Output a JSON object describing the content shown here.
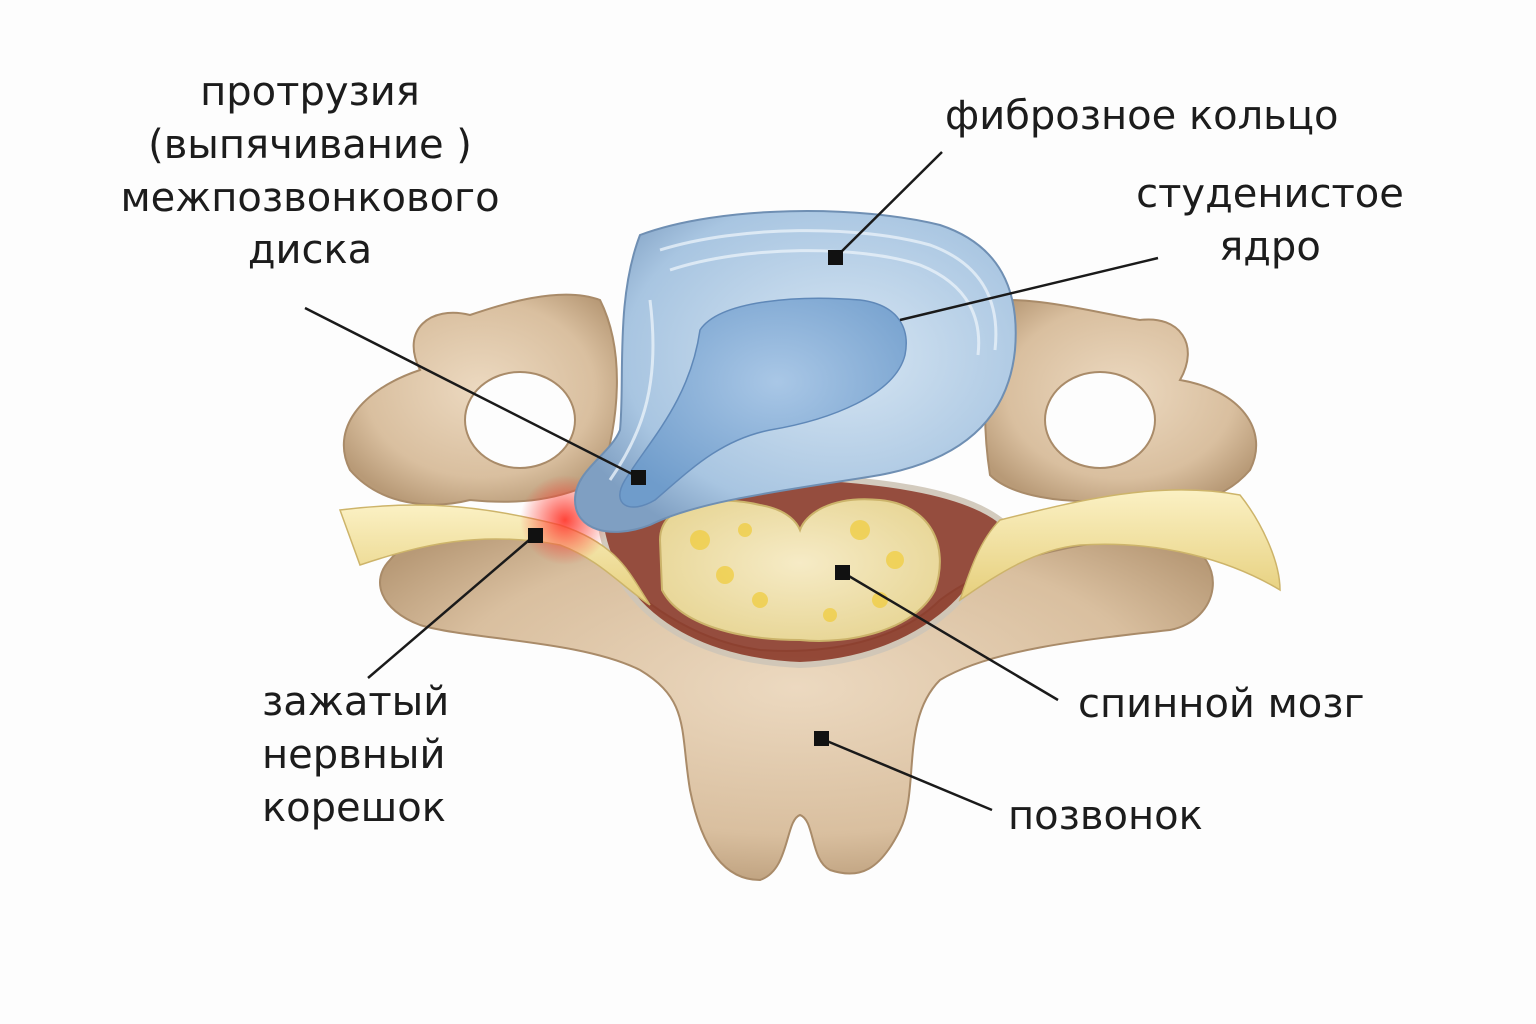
{
  "labels": {
    "protrusion": [
      "протрузия",
      "(выпячивание )",
      "межпозвонкового",
      "диска"
    ],
    "annulus": [
      "фиброзное кольцо"
    ],
    "nucleus": [
      "студенистое",
      "ядро"
    ],
    "root": [
      "зажатый",
      "нервный",
      "корешок"
    ],
    "cord": [
      "спинной мозг"
    ],
    "vertebra": [
      "позвонок"
    ]
  },
  "colors": {
    "bone": "#dcc2a4",
    "bone_shadow": "#b79a78",
    "disc_outer": "#a9c6e2",
    "disc_nucleus": "#7fa9d4",
    "cord": "#f0df9a",
    "nerve": "#f3e3a0",
    "inflammation": "#ff4a3a",
    "leader_line": "#1a1a1a"
  }
}
